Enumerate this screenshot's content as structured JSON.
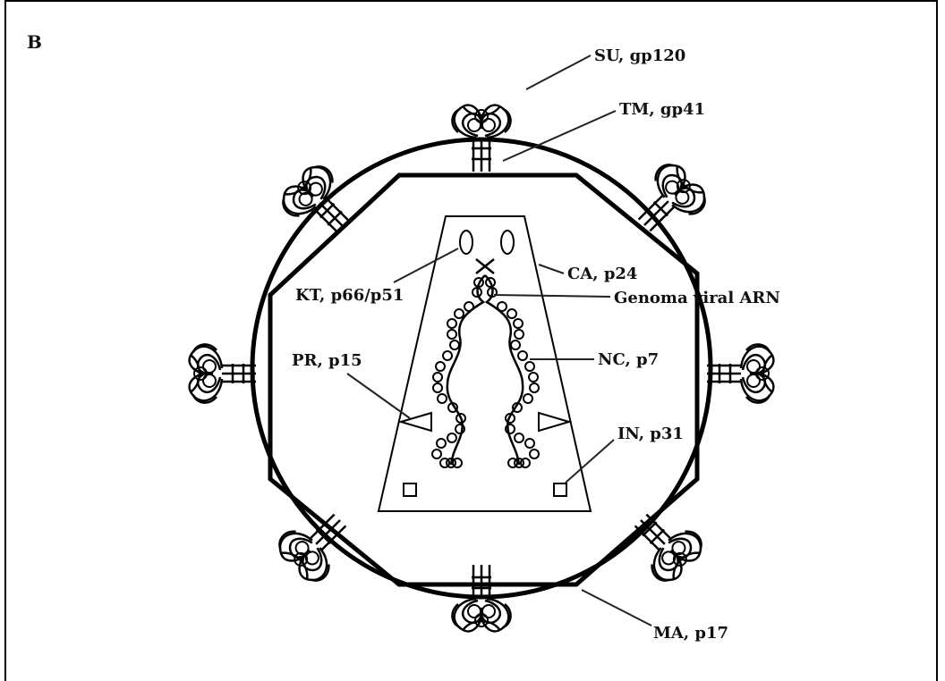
{
  "panel": {
    "letter": "B"
  },
  "labels": {
    "su": "SU, gp120",
    "tm": "TM, gp41",
    "ca": "CA, p24",
    "kt": "KT, p66/p51",
    "genome": "Genoma viral ARN",
    "nc": "NC, p7",
    "pr": "PR, p15",
    "in": "IN, p31",
    "ma": "MA, p17"
  }
}
